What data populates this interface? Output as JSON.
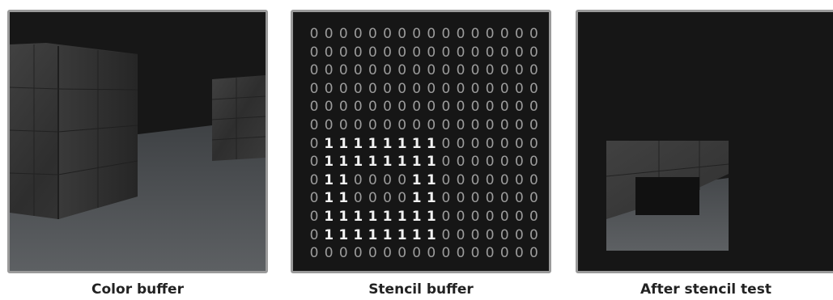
{
  "captions": {
    "color_buffer": "Color buffer",
    "stencil_buffer": "Stencil buffer",
    "after_stencil_test": "After stencil test"
  },
  "stencil_grid": [
    "0000000000000000",
    "0000000000000000",
    "0000000000000000",
    "0000000000000000",
    "0000000000000000",
    "0000000000000000",
    "0111111110000000",
    "0111111110000000",
    "0110000110000000",
    "0110000110000000",
    "0111111110000000",
    "0111111110000000",
    "0000000000000000"
  ],
  "colors": {
    "background": "#161616",
    "panel_border": "#9a9a9a",
    "digit_zero": "#9c9c9c",
    "digit_one": "#f2f2f2"
  }
}
